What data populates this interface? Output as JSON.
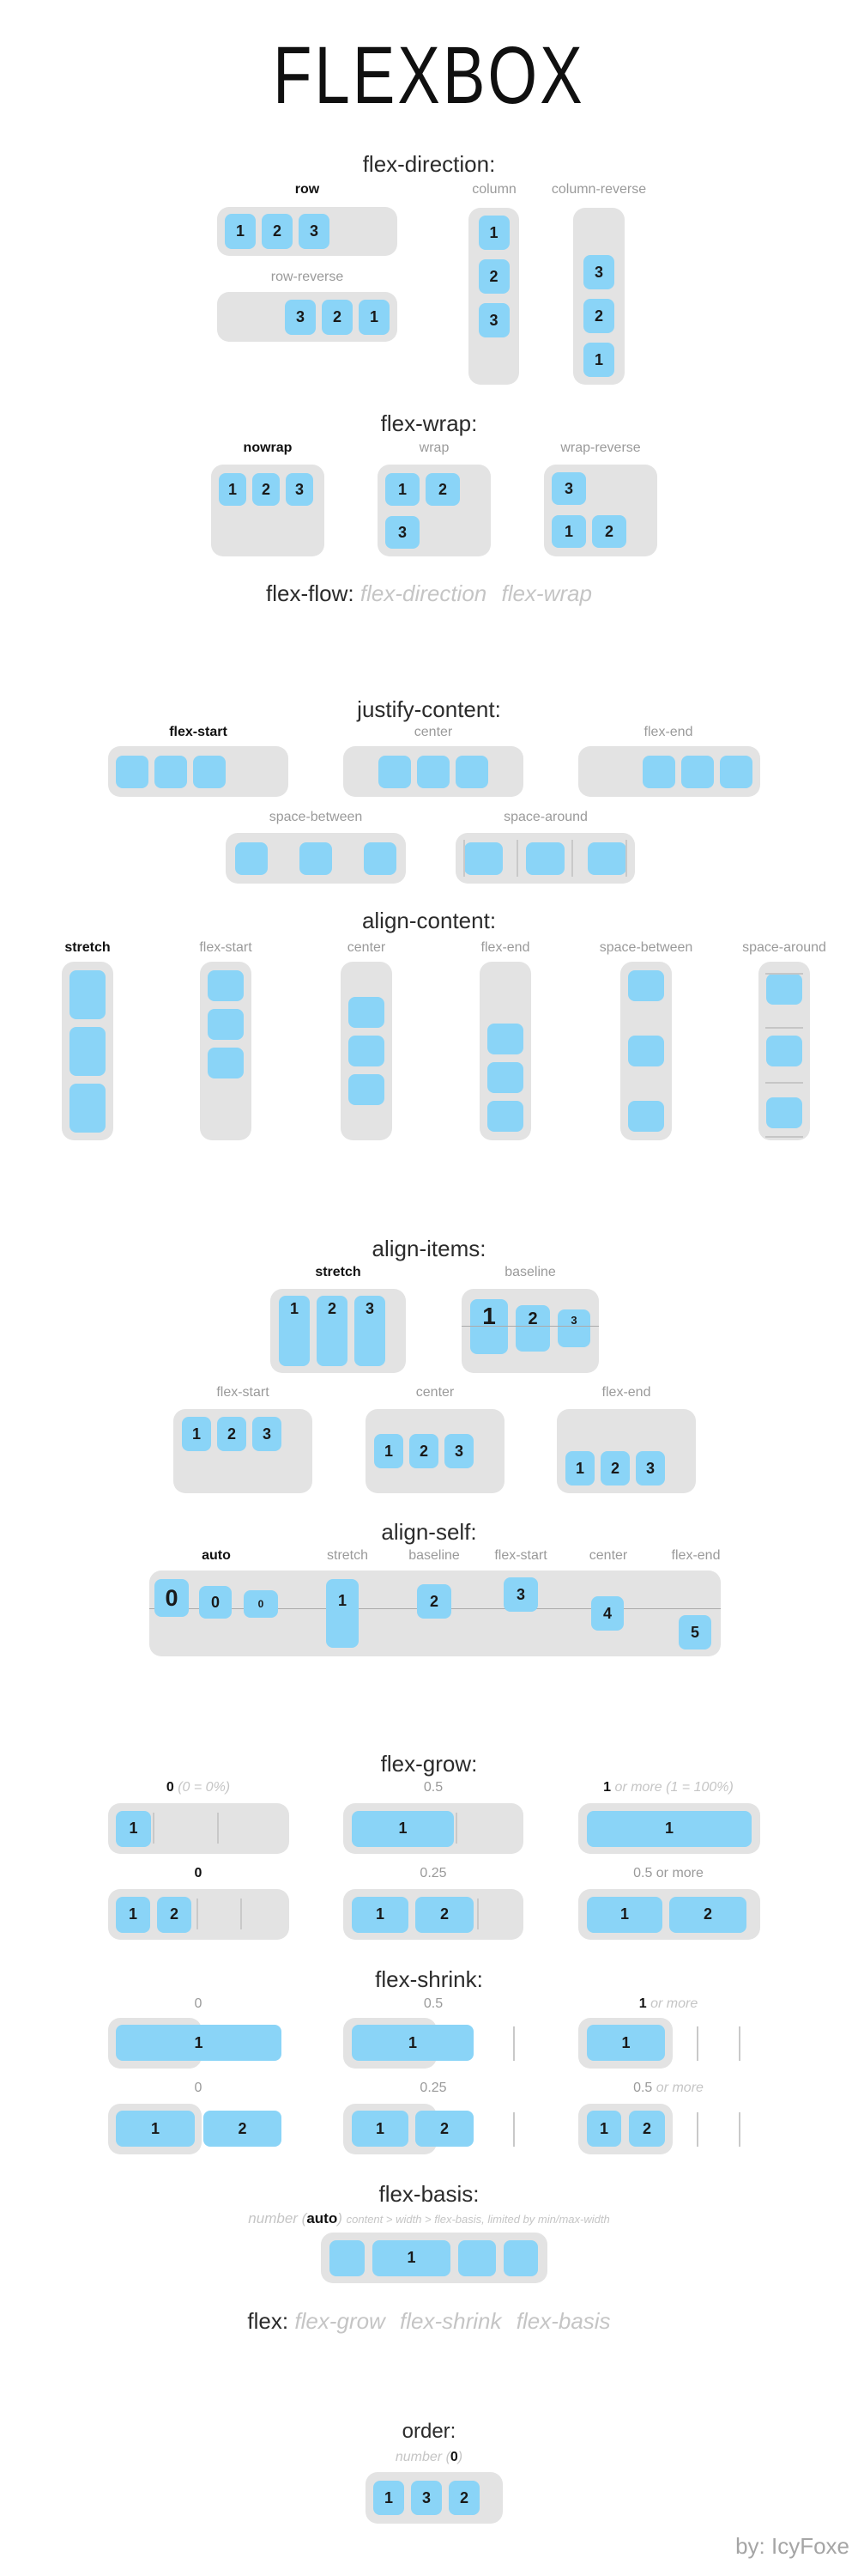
{
  "title": "FLEXBOX",
  "credit": "by: IcyFoxe",
  "fd": {
    "heading": "flex-direction:",
    "row": {
      "label": "row",
      "items": [
        "1",
        "2",
        "3"
      ]
    },
    "row_reverse": {
      "label": "row-reverse",
      "items": [
        "3",
        "2",
        "1"
      ]
    },
    "column": {
      "label": "column",
      "items": [
        "1",
        "2",
        "3"
      ]
    },
    "column_reverse": {
      "label": "column-reverse",
      "items": [
        "3",
        "2",
        "1"
      ]
    }
  },
  "fw": {
    "heading": "flex-wrap:",
    "nowrap": {
      "label": "nowrap",
      "items": [
        "1",
        "2",
        "3"
      ]
    },
    "wrap": {
      "label": "wrap",
      "items": [
        "1",
        "2",
        "3"
      ]
    },
    "wrap_reverse": {
      "label": "wrap-reverse",
      "items": [
        "1",
        "2",
        "3"
      ]
    }
  },
  "ff": {
    "prop": "flex-flow:",
    "value": "flex-direction  flex-wrap"
  },
  "jc": {
    "heading": "justify-content:",
    "flex_start": "flex-start",
    "center": "center",
    "flex_end": "flex-end",
    "space_between": "space-between",
    "space_around": "space-around"
  },
  "ac": {
    "heading": "align-content:",
    "labels": [
      "stretch",
      "flex-start",
      "center",
      "flex-end",
      "space-between",
      "space-around"
    ]
  },
  "ai": {
    "heading": "align-items:",
    "stretch": {
      "label": "stretch",
      "items": [
        "1",
        "2",
        "3"
      ]
    },
    "baseline": {
      "label": "baseline",
      "items": [
        "1",
        "2",
        "3"
      ]
    },
    "flex_start": {
      "label": "flex-start",
      "items": [
        "1",
        "2",
        "3"
      ]
    },
    "center": {
      "label": "center",
      "items": [
        "1",
        "2",
        "3"
      ]
    },
    "flex_end": {
      "label": "flex-end",
      "items": [
        "1",
        "2",
        "3"
      ]
    }
  },
  "as": {
    "heading": "align-self:",
    "labels": [
      "auto",
      "stretch",
      "baseline",
      "flex-start",
      "center",
      "flex-end"
    ],
    "auto_items": [
      "0",
      "0",
      "0"
    ],
    "items": [
      "1",
      "2",
      "3",
      "4",
      "5"
    ]
  },
  "fg": {
    "heading": "flex-grow:",
    "r1": [
      {
        "b": "0",
        "i": "(0 = 0%)"
      },
      {
        "t": "0.5"
      },
      {
        "b": "1",
        "i": "or more (1 = 100%)"
      }
    ],
    "r2": [
      {
        "b": "0"
      },
      {
        "t": "0.25"
      },
      {
        "t": "0.5 or more"
      }
    ],
    "r1_items": [
      [
        "1"
      ],
      [
        "1"
      ],
      [
        "1"
      ]
    ],
    "r2_items": [
      [
        "1",
        "2"
      ],
      [
        "1",
        "2"
      ],
      [
        "1",
        "2"
      ]
    ]
  },
  "fs": {
    "heading": "flex-shrink:",
    "r1": [
      {
        "t": "0"
      },
      {
        "t": "0.5"
      },
      {
        "b": "1",
        "i": "or more"
      }
    ],
    "r2": [
      {
        "t": "0"
      },
      {
        "t": "0.25"
      },
      {
        "t": "0.5",
        "i": "or more"
      }
    ],
    "r1_items": [
      [
        "1"
      ],
      [
        "1"
      ],
      [
        "1"
      ]
    ],
    "r2_items": [
      [
        "1",
        "2"
      ],
      [
        "1",
        "2"
      ],
      [
        "1",
        "2"
      ]
    ]
  },
  "fb": {
    "heading": "flex-basis:",
    "note_i": "number (",
    "note_b": "auto",
    "note_p": ")",
    "note_rest": "content > width > flex-basis, limited by min/max-width",
    "items": [
      "",
      "1",
      "",
      ""
    ]
  },
  "fx": {
    "prop": "flex:",
    "value": "flex-grow  flex-shrink  flex-basis"
  },
  "ord": {
    "heading": "order:",
    "note_i": "number (",
    "note_b": "0",
    "note_p": ")",
    "items": [
      "1",
      "3",
      "2"
    ]
  }
}
